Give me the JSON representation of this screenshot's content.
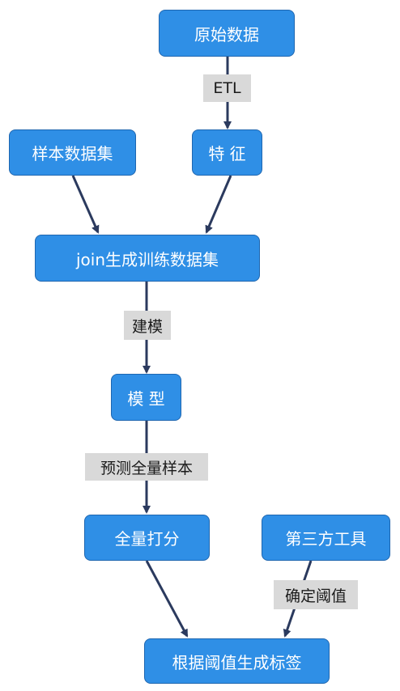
{
  "nodes": {
    "raw_data": "原始数据",
    "sample_dataset": "样本数据集",
    "features": "特 征",
    "join_training": "join生成训练数据集",
    "model": "模 型",
    "full_scoring": "全量打分",
    "third_party_tools": "第三方工具",
    "generate_labels": "根据阈值生成标签"
  },
  "edge_labels": {
    "etl": "ETL",
    "modeling": "建模",
    "predict_full": "预测全量样本",
    "determine_threshold": "确定阈值"
  },
  "colors": {
    "node_fill": "#2f8fe6",
    "node_border": "#1e66b0",
    "node_text": "#ffffff",
    "label_fill": "#d9d9d9",
    "arrow": "#2b3a5e"
  }
}
